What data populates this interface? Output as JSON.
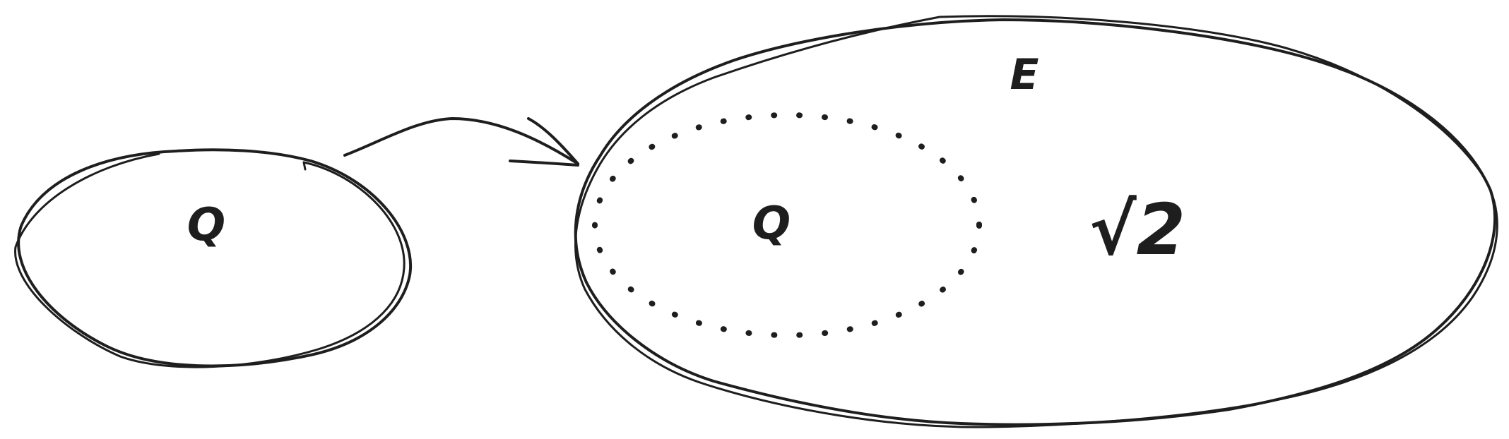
{
  "diagram": {
    "left_set": {
      "label": "Q"
    },
    "right_set": {
      "label": "E"
    },
    "inner_set": {
      "label": "Q"
    },
    "right_region_symbol": {
      "label": "√2"
    }
  },
  "colors": {
    "ink": "#1e1e1e",
    "background": "#ffffff"
  }
}
